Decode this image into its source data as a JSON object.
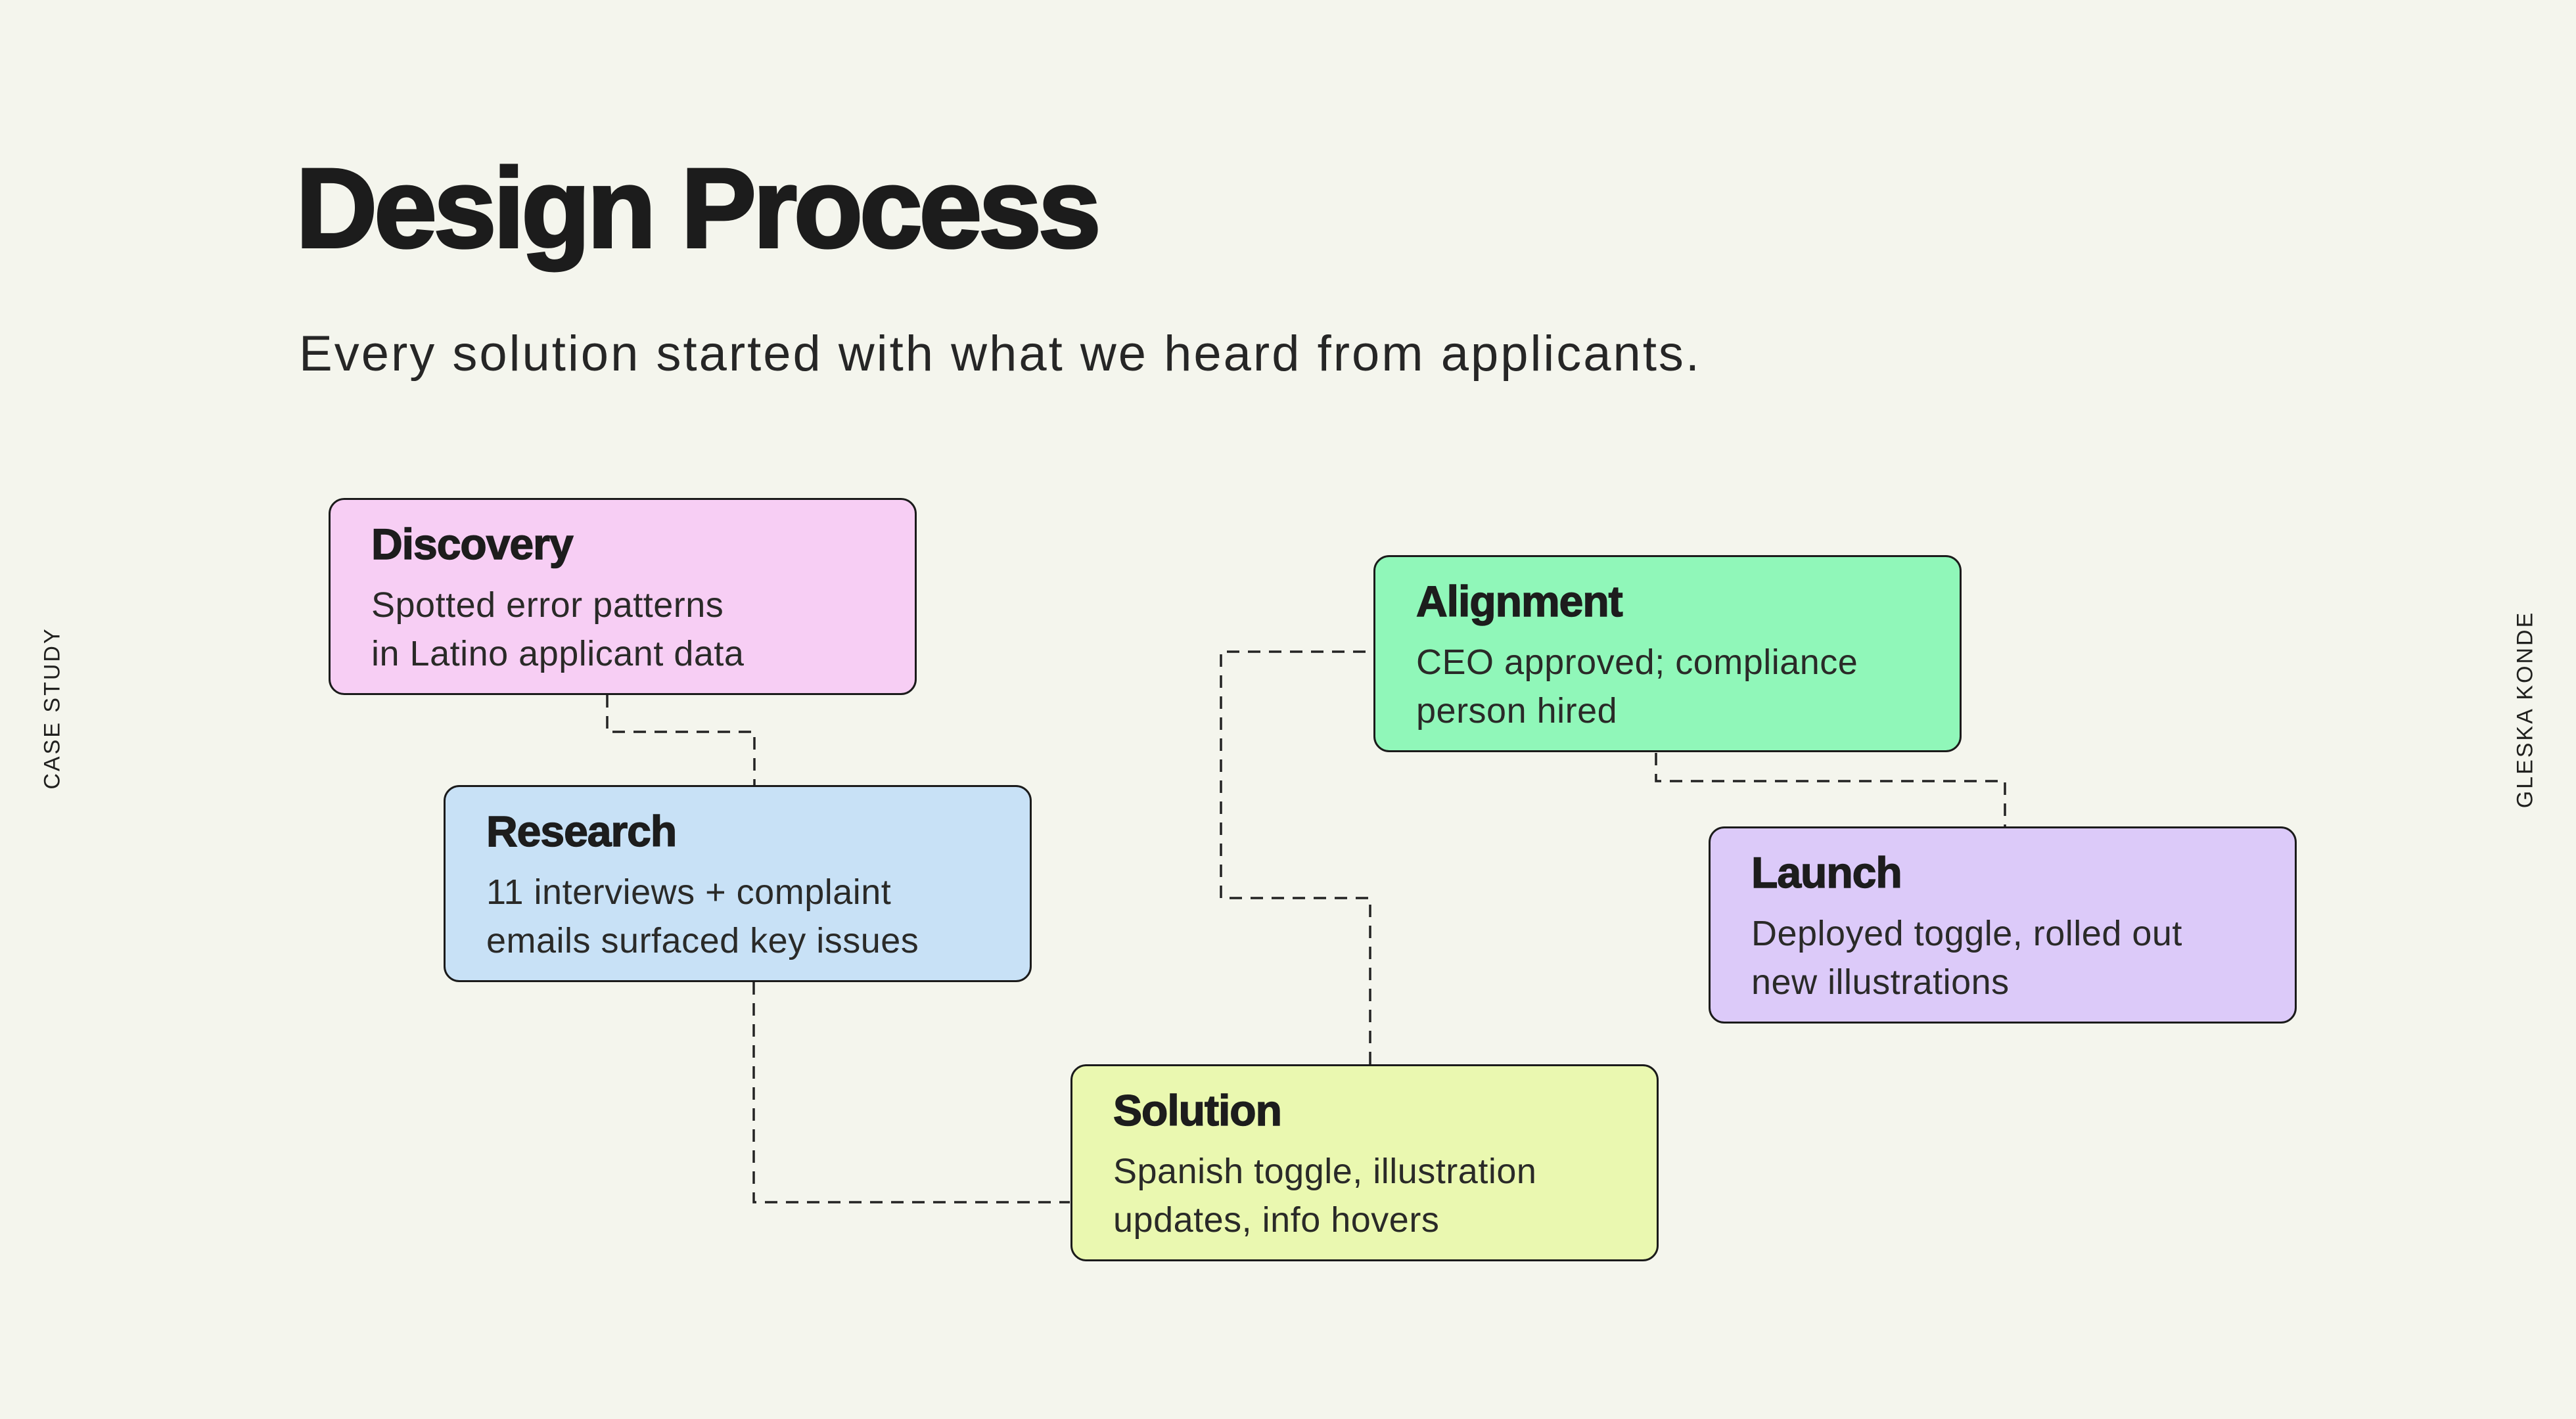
{
  "page": {
    "title": "Design Process",
    "subtitle": "Every solution started with what we heard from applicants.",
    "left_vertical_label": "CASE STUDY",
    "right_vertical_label": "GLESKA KONDE",
    "background_color": "#f4f5ed",
    "text_color": "#1c1c1c",
    "card_border_color": "#1b1b1b",
    "connector_color": "#232323"
  },
  "steps": [
    {
      "title": "Discovery",
      "description": "Spotted error patterns\nin Latino applicant data",
      "color": "#f7cef4"
    },
    {
      "title": "Research",
      "description": "11 interviews + complaint\nemails surfaced key issues",
      "color": "#c8e1f6"
    },
    {
      "title": "Alignment",
      "description": "CEO approved; compliance\nperson hired",
      "color": "#90f7b9"
    },
    {
      "title": "Launch",
      "description": "Deployed toggle, rolled out\nnew illustrations",
      "color": "#dccaf9"
    },
    {
      "title": "Solution",
      "description": "Spanish toggle, illustration\nupdates, info hovers",
      "color": "#eaf8b0"
    }
  ]
}
